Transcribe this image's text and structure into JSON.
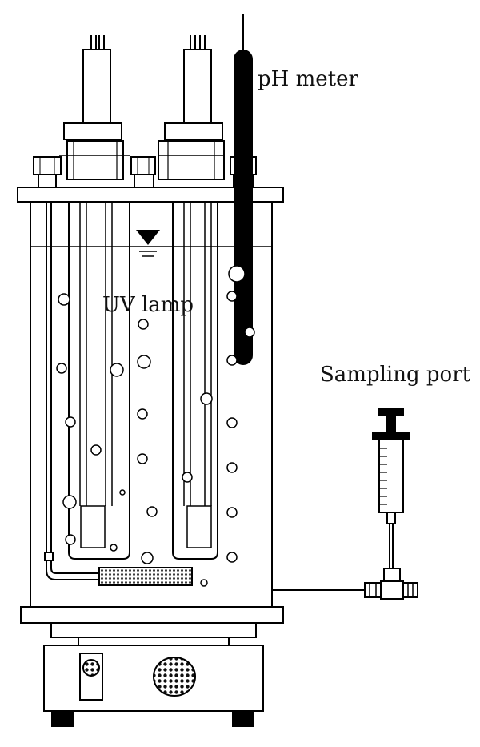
{
  "labels": {
    "ph_meter": "pH meter",
    "uv_lamp": "UV lamp",
    "sampling_port": "Sampling port"
  },
  "components": {
    "reactor": "reactor-vessel",
    "lamps": [
      "uv-lamp-left",
      "uv-lamp-right"
    ],
    "probe": "ph-probe",
    "sampler": "syringe",
    "base": "magnetic-stirrer"
  }
}
